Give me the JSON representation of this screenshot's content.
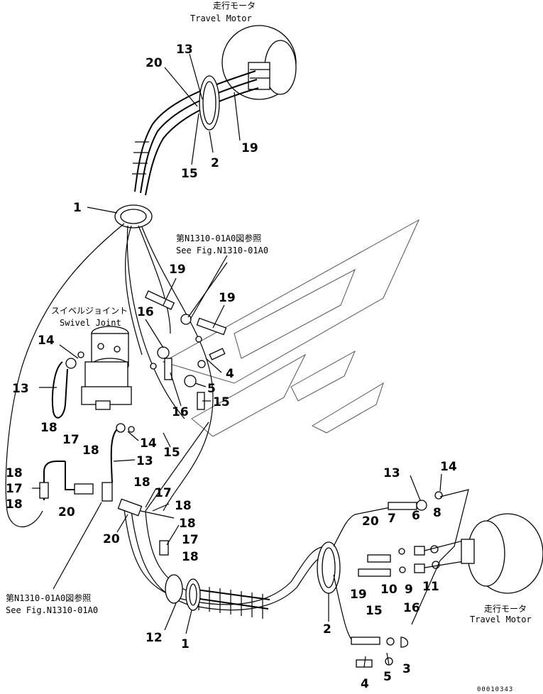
{
  "captions": {
    "travel_motor_top_jp": "走行モータ",
    "travel_motor_top_en": "Travel Motor",
    "travel_motor_bottom_jp": "走行モータ",
    "travel_motor_bottom_en": "Travel Motor",
    "swivel_jp": "スイベルジョイント",
    "swivel_en": "Swivel Joint",
    "ref_upper_jp": "第N1310-01A0図参照",
    "ref_upper_en": "See Fig.N1310-01A0",
    "ref_lower_jp": "第N1310-01A0図参照",
    "ref_lower_en": "See Fig.N1310-01A0"
  },
  "callouts": {
    "c13a": "13",
    "c20a": "20",
    "c19a": "19",
    "c2a": "2",
    "c15a": "15",
    "c1a": "1",
    "c19b": "19",
    "c19c": "19",
    "c16a": "16",
    "c14a": "14",
    "c13b": "13",
    "c4a": "4",
    "c5a": "5",
    "c15b": "15",
    "c16b": "16",
    "c14b": "14",
    "c15c": "15",
    "c13c": "13",
    "c18a": "18",
    "c17a": "17",
    "c18b": "18",
    "c18c": "18",
    "c17b": "17",
    "c18d": "18",
    "c20b": "20",
    "c18e": "18",
    "c17c": "17",
    "c18f": "18",
    "c20c": "20",
    "c18g": "18",
    "c17d": "17",
    "c18h": "18",
    "c13d": "13",
    "c14c": "14",
    "c7": "7",
    "c6": "6",
    "c8": "8",
    "c20d": "20",
    "c19d": "19",
    "c10": "10",
    "c9": "9",
    "c11": "11",
    "c15d": "15",
    "c16c": "16",
    "c2b": "2",
    "c12": "12",
    "c1b": "1",
    "c4b": "4",
    "c5b": "5",
    "c3": "3"
  },
  "doc_number": "00010343"
}
